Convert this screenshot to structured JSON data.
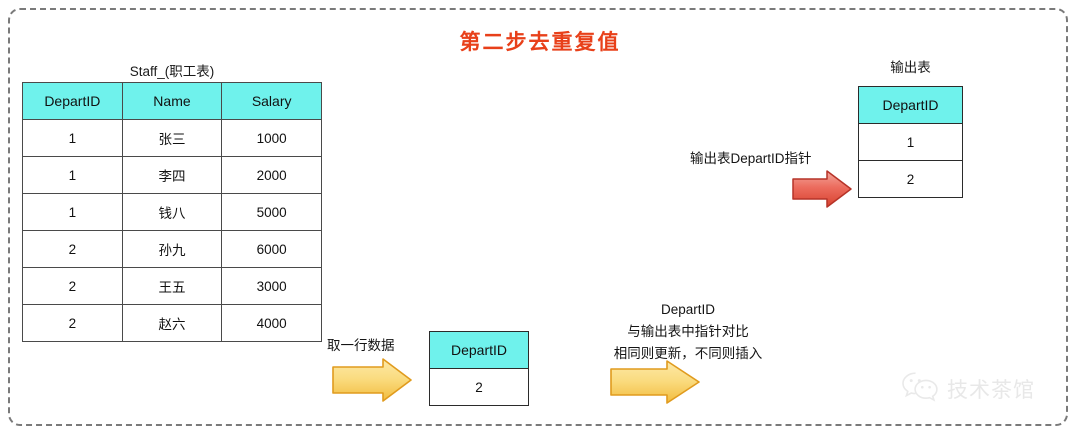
{
  "title": "第二步去重复值",
  "colors": {
    "title": "#e8401a",
    "header_cyan": "#6FF2EC",
    "yellow_arrow": "#F8C85A",
    "yellow_arrow_border": "#E09B1E",
    "red_arrow": "#E8554A",
    "red_arrow_border": "#B63328",
    "frame_dash": "#7a7a7a"
  },
  "staff_table": {
    "caption": "Staff_(职工表)",
    "columns": [
      "DepartID",
      "Name",
      "Salary"
    ],
    "rows": [
      [
        "1",
        "张三",
        "1000"
      ],
      [
        "1",
        "李四",
        "2000"
      ],
      [
        "1",
        "钱八",
        "5000"
      ],
      [
        "2",
        "孙九",
        "6000"
      ],
      [
        "2",
        "王五",
        "3000"
      ],
      [
        "2",
        "赵六",
        "4000"
      ]
    ]
  },
  "fetch_row": {
    "label": "取一行数据",
    "arrow_icon": "right-arrow-yellow-icon",
    "table": {
      "columns": [
        "DepartID"
      ],
      "rows": [
        [
          "2"
        ]
      ]
    }
  },
  "compare_note": {
    "line1": "DepartID",
    "line2": "与输出表中指针对比",
    "line3": "相同则更新，不同则插入",
    "arrow_icon": "right-arrow-yellow-icon"
  },
  "pointer_note": {
    "label": "输出表DepartID指针",
    "arrow_icon": "right-arrow-red-icon"
  },
  "output_table": {
    "caption": "输出表",
    "columns": [
      "DepartID"
    ],
    "rows": [
      [
        "1"
      ],
      [
        "2"
      ]
    ]
  },
  "watermark": {
    "icon": "wechat-icon",
    "text": "技术茶馆"
  }
}
